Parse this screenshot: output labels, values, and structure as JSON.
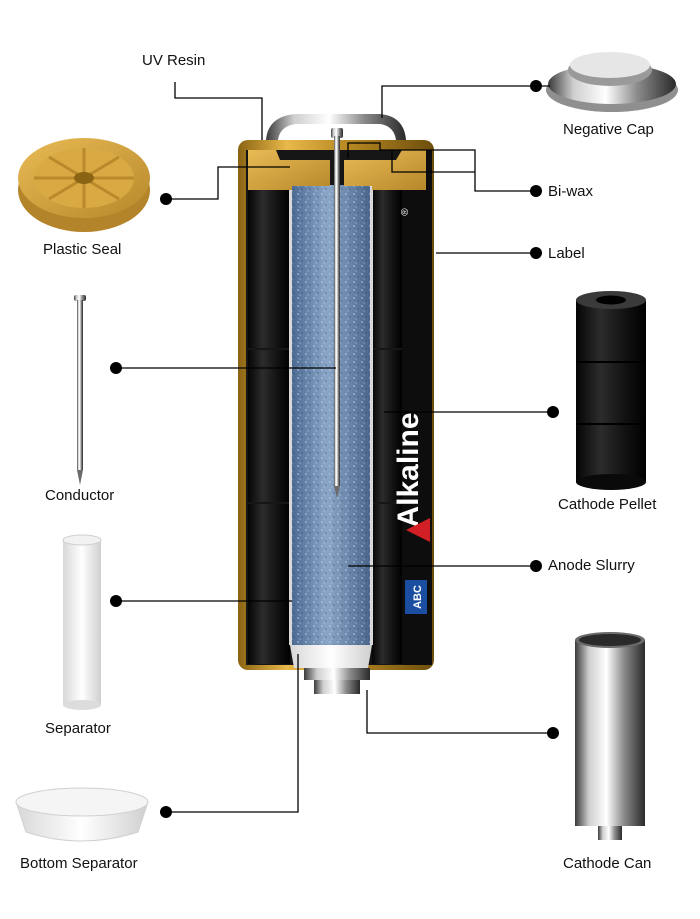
{
  "labels": {
    "uv_resin": "UV Resin",
    "negative_cap": "Negative Cap",
    "plastic_seal": "Plastic Seal",
    "bi_wax": "Bi-wax",
    "label": "Label",
    "conductor": "Conductor",
    "cathode_pellet": "Cathode Pellet",
    "anode_slurry": "Anode Slurry",
    "separator": "Separator",
    "bottom_separator": "Bottom Separator",
    "cathode_can": "Cathode Can"
  },
  "battery_print": {
    "brand": "Alkaline",
    "registered_mark": "®",
    "logo": "ABC"
  },
  "colors": {
    "leader_line": "#000000",
    "brass": "#c99a2e",
    "anode_blue": "#6f8eb4",
    "pellet_black": "#1a1a1a",
    "label_red": "#d21f26"
  }
}
